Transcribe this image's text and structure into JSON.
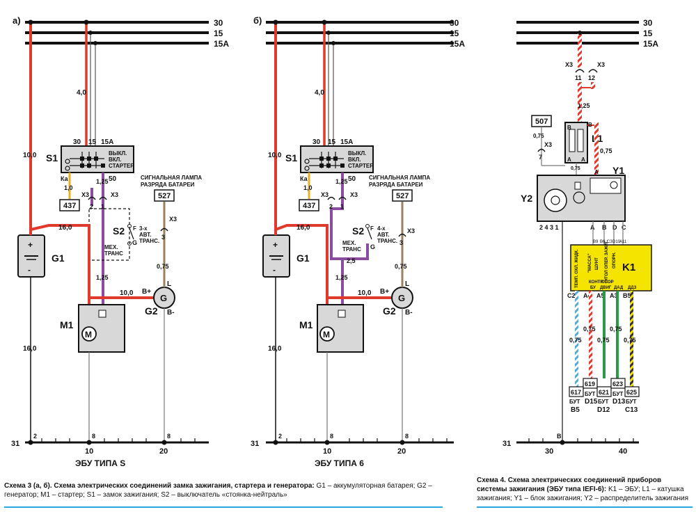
{
  "schemes": [
    {
      "letter": "а)",
      "ecu_label": "ЭБУ ТИПА S",
      "s2_label": "3-х",
      "s2_trans": "АВТ.",
      "s2_trans2": "ТРАНС.",
      "s2_mech": "МЕХ.",
      "s2_mech2": "ТРАНС",
      "ground_pins": [
        "2",
        "8",
        "8"
      ],
      "bottom_numbers": [
        "10",
        "20"
      ]
    },
    {
      "letter": "б)",
      "ecu_label": "ЭБУ ТИПА 6",
      "s2_label": "4-х",
      "s2_trans": "АВТ.",
      "s2_trans2": "ТРАНС.",
      "s2_mech": "МЕХ.",
      "s2_mech2": "ТРАНС",
      "extra_wire": "2,5",
      "ground_pins": [
        "2",
        "8",
        "8"
      ],
      "bottom_numbers": [
        "10",
        "20"
      ]
    }
  ],
  "common": {
    "bus_30": "30",
    "bus_15": "15",
    "bus_15a": "15А",
    "ground_31": "31",
    "wire_40": "4,0",
    "wire_100": "10,0",
    "wire_125": "1,25",
    "wire_160": "16,0",
    "wire_10": "1,0",
    "wire_075": "0,75",
    "s1_name": "S1",
    "s1_t30": "30",
    "s1_t15": "15",
    "s1_t15a": "15А",
    "s1_off": "ВЫКЛ.",
    "s1_on": "ВКЛ.",
    "s1_start": "СТАРТЕР",
    "s1_ka": "Ка",
    "s1_50": "50",
    "x3": "Х3",
    "pin_1": "1",
    "pin_2": "2",
    "pin_3": "3",
    "box_437": "437",
    "box_527": "527",
    "lamp_l1": "СИГНАЛЬНАЯ ЛАМПА",
    "lamp_l2": "РАЗРЯДА БАТАРЕИ",
    "s2_name": "S2",
    "s2_f": "F",
    "s2_g": "G",
    "g1_name": "G1",
    "g2_name": "G2",
    "g2_bplus": "B+",
    "g2_bminus": "B-",
    "g2_l": "L",
    "g2_sym": "G",
    "m1_name": "M1",
    "m1_sym": "M"
  },
  "scheme4": {
    "bus_30": "30",
    "bus_15": "15",
    "bus_15a": "15А",
    "x3a": "Х3",
    "x3b": "Х3",
    "pin_11": "11",
    "pin_12": "12",
    "wire_125": "1,25",
    "wire_075": "0,75",
    "box_507": "507",
    "x3_7": "Х3",
    "pin_7": "7",
    "l1_name": "L1",
    "l1_b": "B",
    "l1_a": "A",
    "y1_name": "Y1",
    "y2_name": "Y2",
    "y1_pin_b": "B",
    "y1_pin_a": "A",
    "y2_pins": "2  4  3  1",
    "y1_pins": [
      "A",
      "B",
      "D",
      "C"
    ],
    "k1_name": "K1",
    "k1_cols": [
      "ТЕМП. ОХЛ. ЖИДК.",
      "\"МАССА\"",
      "ШУНТ",
      "УГОЛ ОПЕР. ЗАЖИГ.",
      "ОПОРН."
    ],
    "k1_bottom": [
      "КОНТР",
      "ОБОР",
      "БУ",
      "ДВИГ",
      "ДАД",
      "ДДЗ"
    ],
    "k1_pins_top": [
      "B9",
      "B6",
      "C3",
      "D10",
      "A11"
    ],
    "k1_pins_bottom": [
      "C2",
      "A4",
      "A5",
      "A3",
      "B5"
    ],
    "sensors": [
      "617",
      "619",
      "621",
      "623",
      "625"
    ],
    "sensor_but": "БУТ",
    "sensor_pins": [
      "B5",
      "D15",
      "D12",
      "D13",
      "C13"
    ],
    "ground_31": "31",
    "ground_b": "B",
    "bottom_numbers": [
      "30",
      "40"
    ]
  },
  "captions": {
    "left_title": "Схема 3 (а, б). Схема электрических соединений замка зажигания, стартера и генератора:",
    "left_text": " G1 – аккумуляторная батарея; G2 – генератор; M1 – стартер; S1 – замок зажигания; S2 – выключатель «стоянка-нейтраль»",
    "right_title": "Схема 4. Схема электрических соединений приборов системы зажигания (ЭБУ типа IEFI-6):",
    "right_text": " K1 – ЭБУ; L1 – катушка зажигания; Y1 – блок зажигания; Y2 – распределитель зажигания"
  },
  "colors": {
    "red": "#e03a2c",
    "purple": "#8a4d9e",
    "black": "#111111",
    "gray": "#777777",
    "brown": "#9a8060",
    "yellow": "#f4e400",
    "green": "#2b9a48",
    "blue": "#58a8d8",
    "accent": "#29a8e0"
  }
}
